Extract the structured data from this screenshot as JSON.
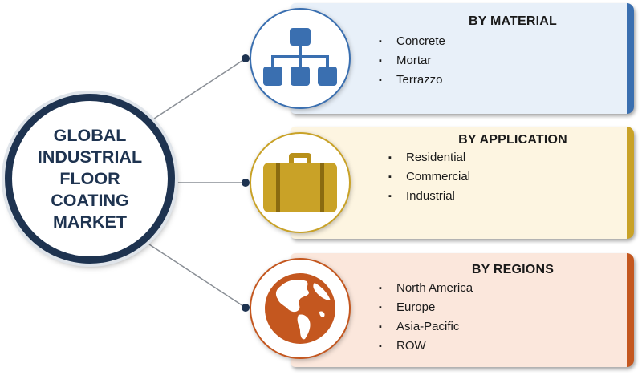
{
  "hub": {
    "title": "GLOBAL\nINDUSTRIAL\nFLOOR\nCOATING\nMARKET"
  },
  "segments": [
    {
      "title": "BY MATERIAL",
      "icon": "hierarchy-icon",
      "accent": "#3a6fb0",
      "bg": "#e8f0f9",
      "items": [
        "Concrete",
        "Mortar",
        "Terrazzo"
      ]
    },
    {
      "title": "BY APPLICATION",
      "icon": "briefcase-icon",
      "accent": "#c9a227",
      "bg": "#fdf5e1",
      "items": [
        "Residential",
        "Commercial",
        "Industrial"
      ]
    },
    {
      "title": "BY REGIONS",
      "icon": "globe-icon",
      "accent": "#c4571f",
      "bg": "#fbe7dc",
      "items": [
        "North America",
        "Europe",
        "Asia-Pacific",
        "ROW"
      ]
    }
  ],
  "colors": {
    "hub_ring": "#1e3350",
    "connector": "#8a8f96"
  }
}
